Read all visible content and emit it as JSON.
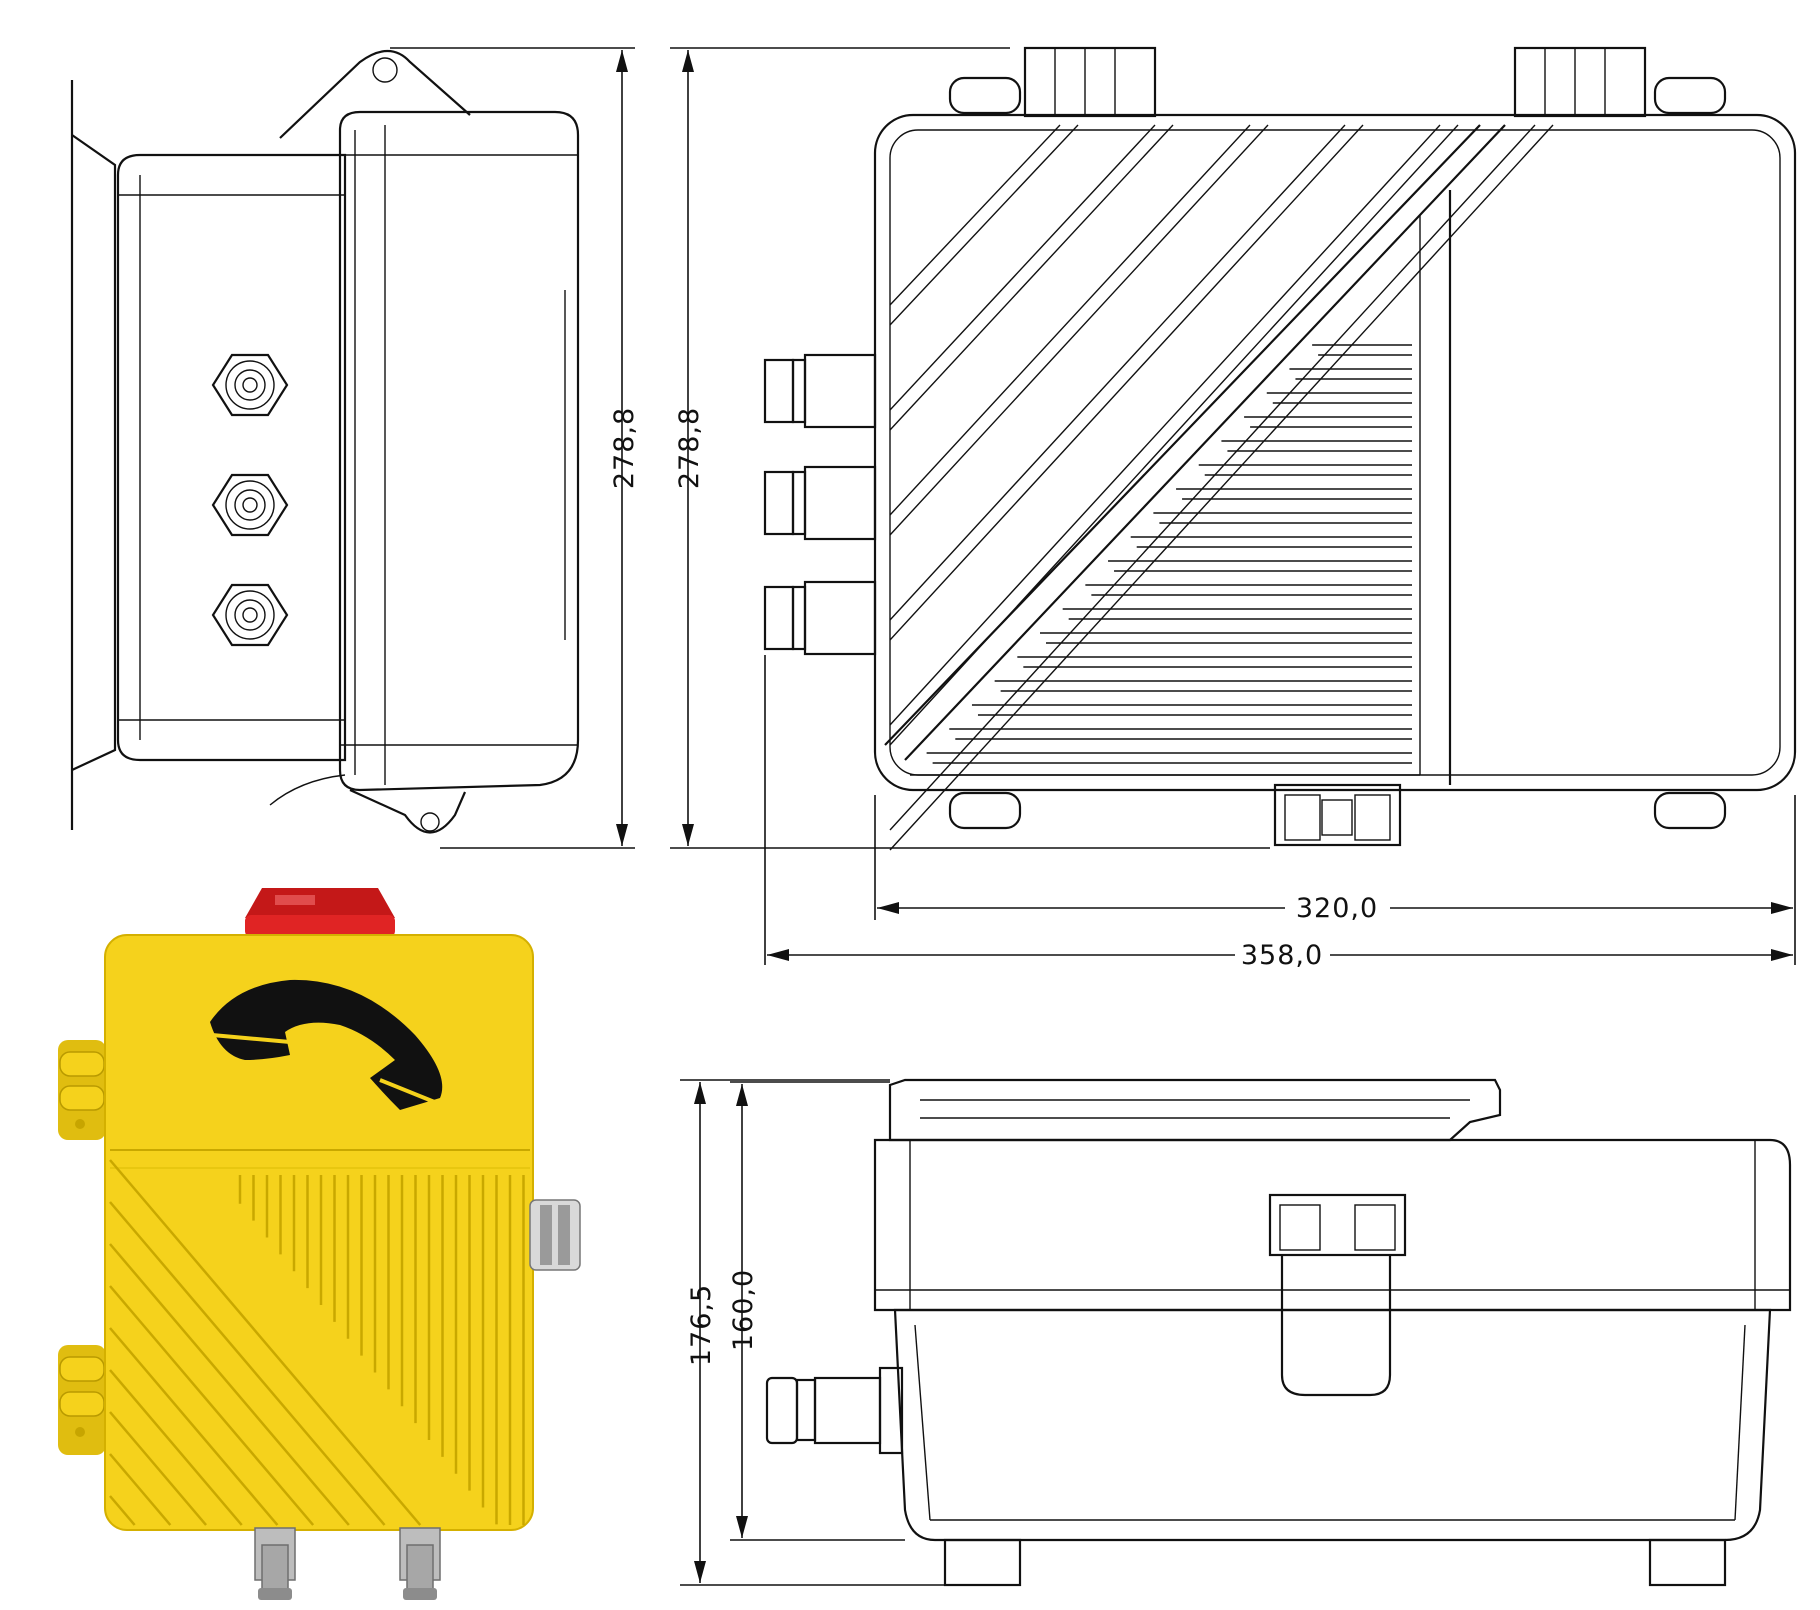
{
  "dimensions": {
    "side_height": "278,8",
    "front_height": "278,8",
    "body_width": "320,0",
    "overall_width": "358,0",
    "bottom_total_height": "176,5",
    "bottom_body_height": "160,0"
  },
  "colors": {
    "enclosure_yellow": "#f5d21c",
    "enclosure_shadow": "#d4b000",
    "beacon_red": "#d81e1e",
    "handset_black": "#111111",
    "line": "#111111"
  },
  "icons": {
    "handset": "telephone-handset-icon",
    "beacon": "red-beacon-lamp",
    "cable_gland": "cable-gland-icon",
    "hinge": "hinge-icon",
    "latch": "spring-latch-icon"
  }
}
